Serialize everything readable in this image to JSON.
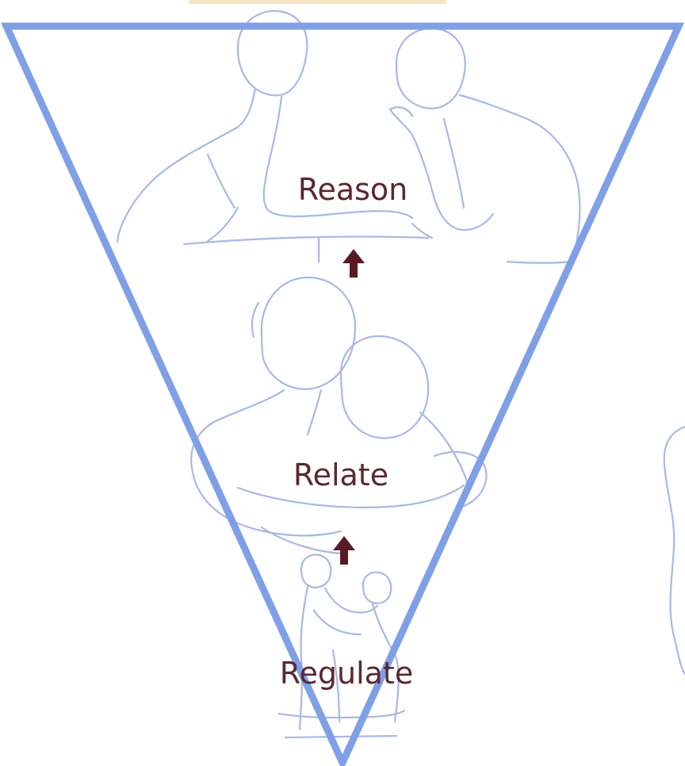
{
  "diagram": {
    "stages": [
      {
        "label": "Reason"
      },
      {
        "label": "Relate"
      },
      {
        "label": "Regulate"
      }
    ],
    "colors": {
      "triangle": "#7fa0e6",
      "figures": "#aab8e2",
      "label": "#5b2730",
      "arrow": "#5a1a22",
      "top_banner": "#f8e3c3"
    },
    "icons": [
      "up-arrow-icon",
      "up-arrow-icon"
    ]
  }
}
